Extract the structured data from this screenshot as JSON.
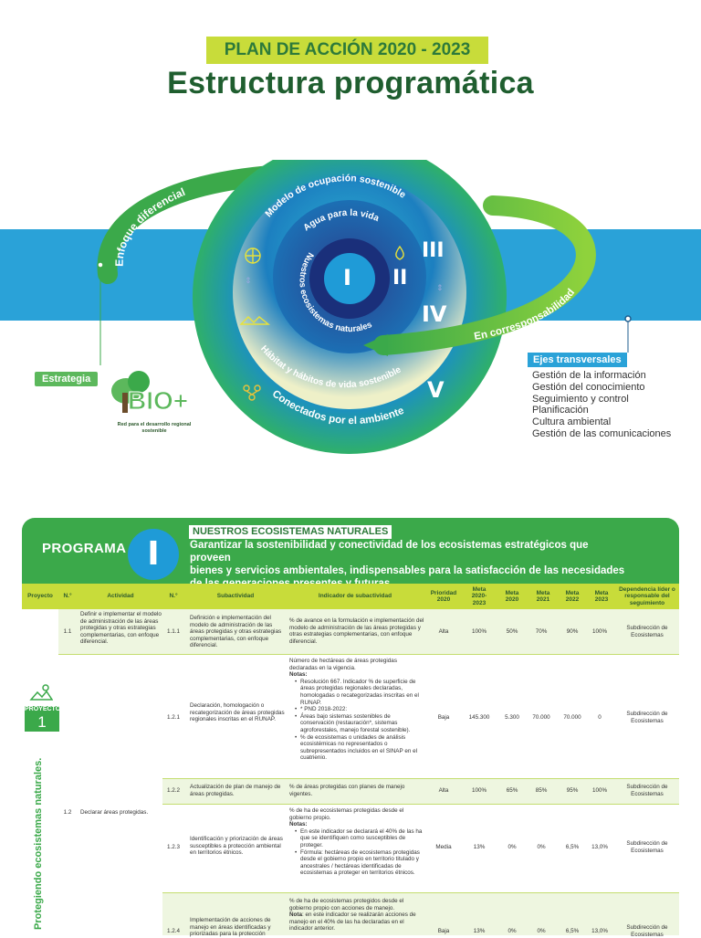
{
  "header": {
    "band": "PLAN DE ACCIÓN 2020 - 2023",
    "title": "Estructura programática"
  },
  "diagram": {
    "outer_arc_label": "Enfoque diferencial",
    "right_arc_label": "En corresponsabilidad",
    "ring_labels": {
      "ring3": "Modelo de ocupación sostenible",
      "ring2": "Agua para la vida",
      "ring1": "Nuestros ecosistemas naturales",
      "ring4": "Hábitat y hábitos de vida sostenible",
      "ring5": "Conectados por el ambiente"
    },
    "romans": {
      "r1": "I",
      "r2": "II",
      "r3": "III",
      "r4": "IV",
      "r5": "V"
    },
    "strategy_label": "Estrategia",
    "bio_logo": "BIO+",
    "bio_caption": "Red para el desarrollo regional sostenible",
    "ejes_title": "Ejes transversales",
    "ejes_items": [
      "Gestión de la información",
      "Gestión del conocimiento",
      "Seguimiento y control",
      "Planificación",
      "Cultura ambiental",
      "Gestión de las comunicaciones"
    ],
    "colors": {
      "blue": "#2aa2d8",
      "green": "#3ba94a",
      "lime": "#c8dc3a",
      "dark": "#1f5e2f"
    }
  },
  "programa": {
    "word": "PROGRAMA",
    "number": "I",
    "name": "NUESTROS ECOSISTEMAS NATURALES",
    "desc_lines": [
      "Garantizar la sostenibilidad y conectividad de los ecosistemas estratégicos que proveen",
      "bienes y servicios ambientales, indispensables para la satisfacción de las necesidades",
      "de las generaciones presentes y futuras."
    ]
  },
  "table": {
    "headers": {
      "proyecto": "Proyecto",
      "n1": "N.°",
      "actividad": "Actividad",
      "n2": "N.°",
      "subactividad": "Subactividad",
      "indicador": "Indicador de subactividad",
      "prioridad": "Prioridad 2020",
      "meta_total": "Meta 2020-2023",
      "meta2020": "Meta 2020",
      "meta2021": "Meta 2021",
      "meta2022": "Meta 2022",
      "meta2023": "Meta 2023",
      "dependencia": "Dependencia líder o responsable del seguimiento"
    },
    "project": {
      "word": "PROYECTO",
      "number": "1",
      "name": "Protegiendo ecosistemas naturales."
    },
    "activities": [
      {
        "num": "1.1",
        "text": "Definir e implementar el modelo de administración de las áreas protegidas y otras estrategias complementarias, con enfoque diferencial."
      },
      {
        "num": "1.2",
        "text": "Declarar áreas protegidas."
      }
    ],
    "rows": [
      {
        "num": "1.1.1",
        "sub": "Definición e implementación del modelo de administración de las áreas protegidas y otras estrategias complementarias, con enfoque diferencial.",
        "ind": "% de avance en la formulación e implementación del modelo de administración de las áreas protegidas y otras estrategias complementarias, con enfoque diferencial.",
        "notes_label": "",
        "notes": [],
        "prioridad": "Alta",
        "meta_total": "100%",
        "m2020": "50%",
        "m2021": "70%",
        "m2022": "90%",
        "m2023": "100%",
        "dep": "Subdirección de Ecosistemas"
      },
      {
        "num": "1.2.1",
        "sub": "Declaración, homologación o recategorización de áreas protegidas regionales inscritas en el RUNAP.",
        "ind": "Número de hectáreas de áreas protegidas declaradas en la vigencia.",
        "notes_label": "Notas:",
        "notes": [
          "Resolución 667. Indicador % de superficie de áreas protegidas regionales declaradas, homologadas o recategorizadas inscritas en el RUNAP.",
          "* PND 2018-2022:",
          "Áreas bajo sistemas sostenibles de conservación (restauración*, sistemas agroforestales, manejo forestal sostenible).",
          "% de ecosistemas o unidades de análisis ecosistémicas no representados o subrepresentados incluidos en el SINAP en el cuatrienio."
        ],
        "prioridad": "Baja",
        "meta_total": "145.300",
        "m2020": "5.300",
        "m2021": "70.000",
        "m2022": "70.000",
        "m2023": "0",
        "dep": "Subdirección de Ecosistemas"
      },
      {
        "num": "1.2.2",
        "sub": "Actualización de plan de manejo de áreas protegidas.",
        "ind": "% de áreas protegidas con planes de manejo vigentes.",
        "notes_label": "",
        "notes": [],
        "prioridad": "Alta",
        "meta_total": "100%",
        "m2020": "65%",
        "m2021": "85%",
        "m2022": "95%",
        "m2023": "100%",
        "dep": "Subdirección de Ecosistemas"
      },
      {
        "num": "1.2.3",
        "sub": "Identificación y priorización de áreas susceptibles a protección ambiental en territorios étnicos.",
        "ind": "% de ha de ecosistemas protegidas desde el gobierno propio.",
        "notes_label": "Notas:",
        "notes": [
          "En este indicador se declarará el 40% de las ha que se identifiquen como susceptibles de proteger.",
          "Fórmula: hectáreas de ecosistemas protegidas desde el gobierno propio en territorio titulado y ancestrales / hectáreas identificadas de ecosistemas a proteger en territorios étnicos."
        ],
        "prioridad": "Media",
        "meta_total": "13%",
        "m2020": "0%",
        "m2021": "0%",
        "m2022": "6,5%",
        "m2023": "13,0%",
        "dep": "Subdirección de Ecosistemas"
      },
      {
        "num": "1.2.4",
        "sub": "Implementación de acciones de manejo en áreas identificadas y priorizadas para la protección",
        "ind": "% de ha de ecosistemas protegidos desde el gobierno propio con acciones de manejo.",
        "notes_label": "Nota",
        "notes_inline": ": en este indicador se realizarán acciones de manejo en el 40% de las ha declaradas en el indicador anterior.",
        "prioridad": "Baja",
        "meta_total": "13%",
        "m2020": "0%",
        "m2021": "0%",
        "m2022": "6,5%",
        "m2023": "13,0%",
        "dep": "Subdirección de Ecosistemas"
      }
    ]
  }
}
